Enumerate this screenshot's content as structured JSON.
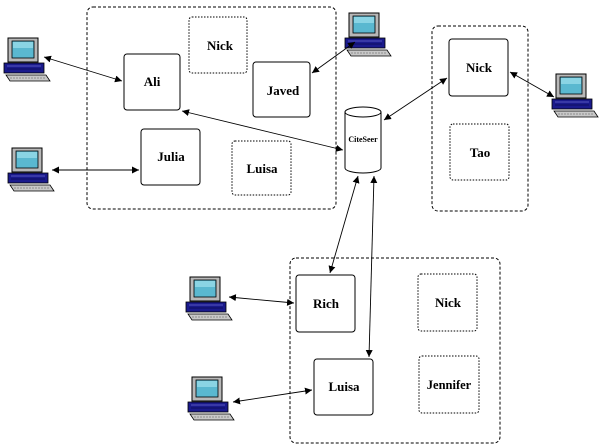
{
  "groups": {
    "top_left": {
      "users": [
        {
          "name": "Ali",
          "active": true
        },
        {
          "name": "Nick",
          "active": false
        },
        {
          "name": "Javed",
          "active": true
        },
        {
          "name": "Julia",
          "active": true
        },
        {
          "name": "Luisa",
          "active": false
        }
      ]
    },
    "right": {
      "users": [
        {
          "name": "Nick",
          "active": true
        },
        {
          "name": "Tao",
          "active": false
        }
      ]
    },
    "bottom": {
      "users": [
        {
          "name": "Rich",
          "active": true
        },
        {
          "name": "Nick",
          "active": false
        },
        {
          "name": "Luisa",
          "active": true
        },
        {
          "name": "Jennifer",
          "active": false
        }
      ]
    }
  },
  "server": {
    "label": "CiteSeer"
  },
  "colors": {
    "line": "#000000",
    "monitor_screen": "#5ab8d0",
    "keyboard_blue": "#1a1a8c"
  }
}
